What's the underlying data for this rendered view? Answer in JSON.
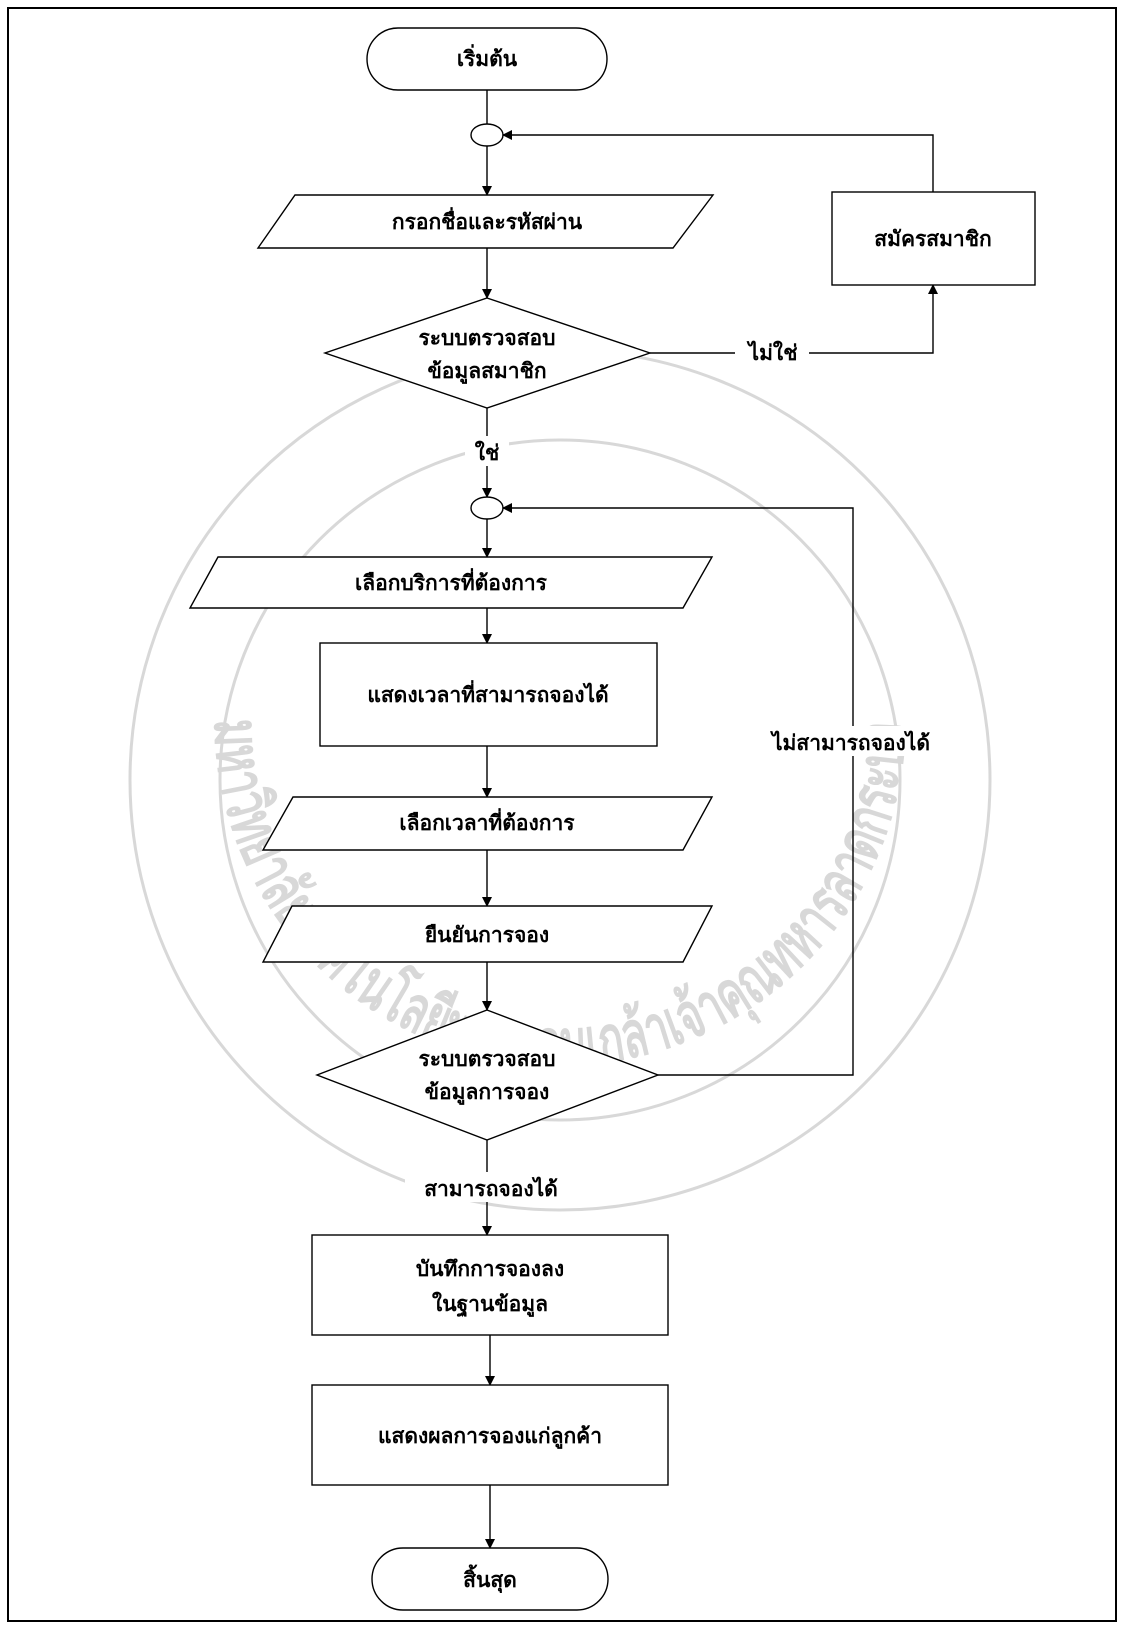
{
  "nodes": {
    "start": "เริ่มต้น",
    "enter_credentials": "กรอกชื่อและรหัสผ่าน",
    "register": "สมัครสมาชิก",
    "check_member_1": "ระบบตรวจสอบ",
    "check_member_2": "ข้อมูลสมาชิก",
    "select_service": "เลือกบริการที่ต้องการ",
    "show_times": "แสดงเวลาที่สามารถจองได้",
    "select_time": "เลือกเวลาที่ต้องการ",
    "confirm_booking": "ยืนยันการจอง",
    "check_booking_1": "ระบบตรวจสอบ",
    "check_booking_2": "ข้อมูลการจอง",
    "save_booking_1": "บันทึกการจองลง",
    "save_booking_2": "ในฐานข้อมูล",
    "show_result": "แสดงผลการจองแก่ลูกค้า",
    "end": "สิ้นสุด"
  },
  "edges": {
    "no": "ไม่ใช่",
    "yes": "ใช่",
    "cannot_book": "ไม่สามารถจองได้",
    "can_book": "สามารถจองได้"
  },
  "watermark": {
    "arc_text": "มหาวิทยาลัยเทคโนโลยีพระจอมเกล้าเจ้าคุณทหารลาดกระบัง"
  }
}
